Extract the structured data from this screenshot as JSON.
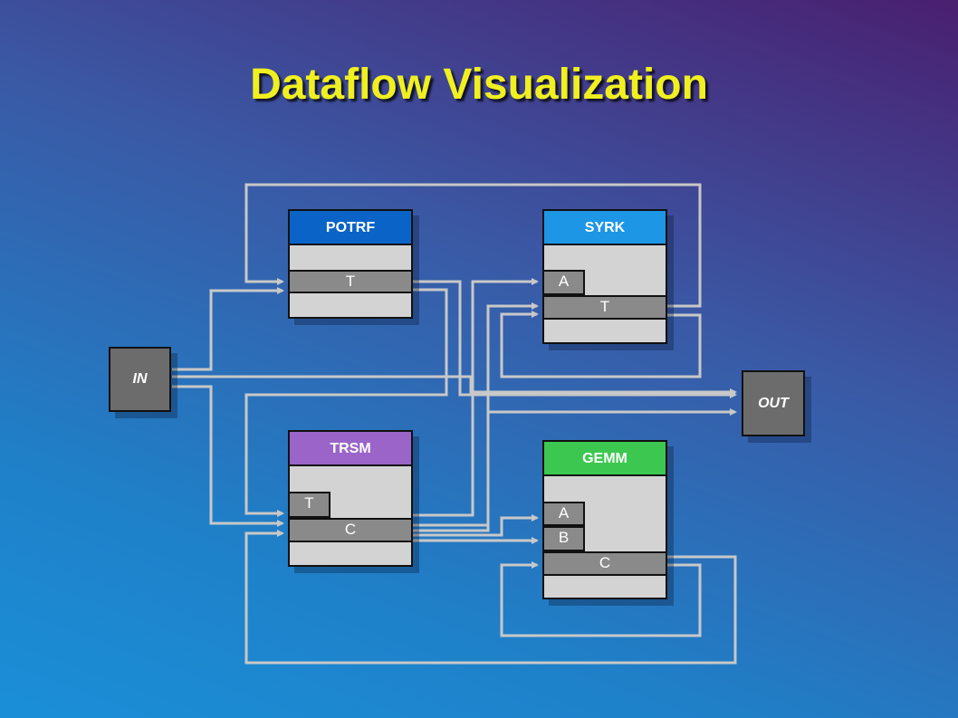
{
  "title": "Dataflow Visualization",
  "colors": {
    "potrf": "#0a64c8",
    "syrk": "#1e96e6",
    "trsm": "#9a64c8",
    "gemm": "#3cc850",
    "title": "#f0f020",
    "wire": "#c8c8c8"
  },
  "io": {
    "in_label": "IN",
    "out_label": "OUT"
  },
  "nodes": {
    "potrf": {
      "label": "POTRF",
      "ports": [
        "T"
      ]
    },
    "syrk": {
      "label": "SYRK",
      "ports": [
        "A",
        "T"
      ]
    },
    "trsm": {
      "label": "TRSM",
      "ports": [
        "T",
        "C"
      ]
    },
    "gemm": {
      "label": "GEMM",
      "ports": [
        "A",
        "B",
        "C"
      ]
    }
  }
}
